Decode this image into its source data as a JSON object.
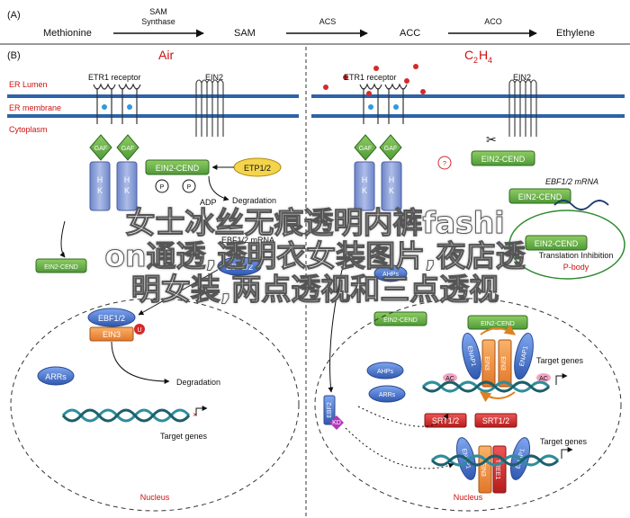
{
  "panel_a": {
    "label": "(A)",
    "nodes": [
      "Methionine",
      "SAM",
      "ACC",
      "Ethylene"
    ],
    "enzymes": [
      "SAM Synthase",
      "ACS",
      "ACO"
    ],
    "enzyme_line1": "SAM",
    "enzyme_line2": "Synthase"
  },
  "panel_b": {
    "label": "(B)",
    "left_condition": "Air",
    "right_condition_main": "C",
    "right_condition_sub1": "2",
    "right_condition_h": "H",
    "right_condition_sub2": "4",
    "er_lumen": "ER Lumen",
    "er_membrane": "ER membrane",
    "cytoplasm": "Cytoplasm",
    "nucleus": "Nucleus"
  },
  "left": {
    "etr1": "ETR1 receptor",
    "ein2": "EIN2",
    "gaf": "GAF",
    "hk": "H K",
    "ein2_cend": "EIN2-CEND",
    "etp": "ETP1/2",
    "p": "P",
    "adp": "ADP",
    "degradation1": "Degradation",
    "ebf": "EBF1/2 mRNA",
    "ebf_protein": "EBF1/2",
    "ein2_cend2": "EIN2-CEND",
    "ebf_nuc": "EBF1/2",
    "ein3": "EIN3",
    "u": "U",
    "arrs": "ARRs",
    "degradation2": "Degradation",
    "target_genes": "Target genes"
  },
  "right": {
    "etr1": "ETR1 receptor",
    "ein2": "EIN2",
    "gaf": "GAF",
    "hk": "H K",
    "ein2_cend": "EIN2-CEND",
    "q": "?",
    "ebf_mrna": "EBF1/2 mRNA",
    "ein2_cend2": "EIN2-CEND",
    "ein2_cend3": "EIN2-CEND",
    "translation": "Translation Inhibition",
    "pbody": "P-body",
    "ein2_cend4": "EIN2-CEND",
    "ein2_cend_nuc": "EIN2-CEND",
    "ahps1": "AHPs",
    "ahps2": "AHPs",
    "arrs": "ARRs",
    "enap": "ENAP1",
    "ein3": "EIN3",
    "ac": "AC",
    "target1": "Target genes",
    "srt1": "SRT1/2",
    "srt2": "SRT1/2",
    "tree1": "TREE1",
    "target2": "Target genes",
    "ebf2": "EBF2",
    "kd": "KD"
  },
  "overlay": {
    "line1": "女士冰丝无痕透明内裤fashi",
    "line2": "on通透,透明衣女装图片,夜店透",
    "line3": "明女装,两点透视和三点透视"
  },
  "colors": {
    "membrane": "#2d63a8",
    "receptor": "#8aa0d8",
    "gaf": "#79b34a",
    "cend": "#5aa447",
    "ebf": "#4a6fc0",
    "ein3": "#ef8a3a",
    "kinase": "#b039b7",
    "srt": "#d42a2a",
    "dna": "#2f8d9c",
    "accent_red": "#cc1111"
  }
}
